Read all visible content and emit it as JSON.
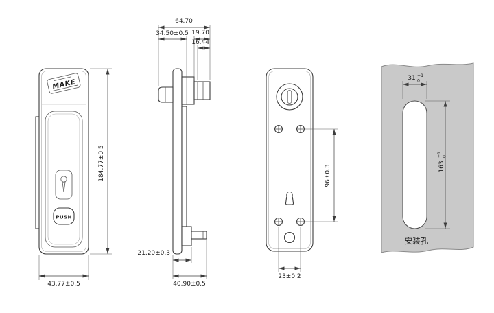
{
  "drawing": {
    "front": {
      "logo": "MAKE",
      "push_label": "PUSH",
      "dim_height": "184.77±0.5",
      "dim_width": "43.77±0.5"
    },
    "side": {
      "dim_total_depth": "64.70",
      "dim_body_depth": "34.50±0.5",
      "dim_cylinder": "19.70",
      "dim_nut": "16.44",
      "dim_latch": "21.20±0.3",
      "dim_overall": "40.90±0.5"
    },
    "back": {
      "dim_screw_vertical": "96±0.3",
      "dim_screw_horizontal": "23±0.2"
    },
    "hole": {
      "panel_fill": "#c9c9c9",
      "dim_width": "31",
      "dim_width_sup": "+1",
      "dim_width_sub": "0",
      "dim_height": "163",
      "dim_height_sup": "+1",
      "dim_height_sub": "0",
      "label": "安装孔"
    }
  }
}
